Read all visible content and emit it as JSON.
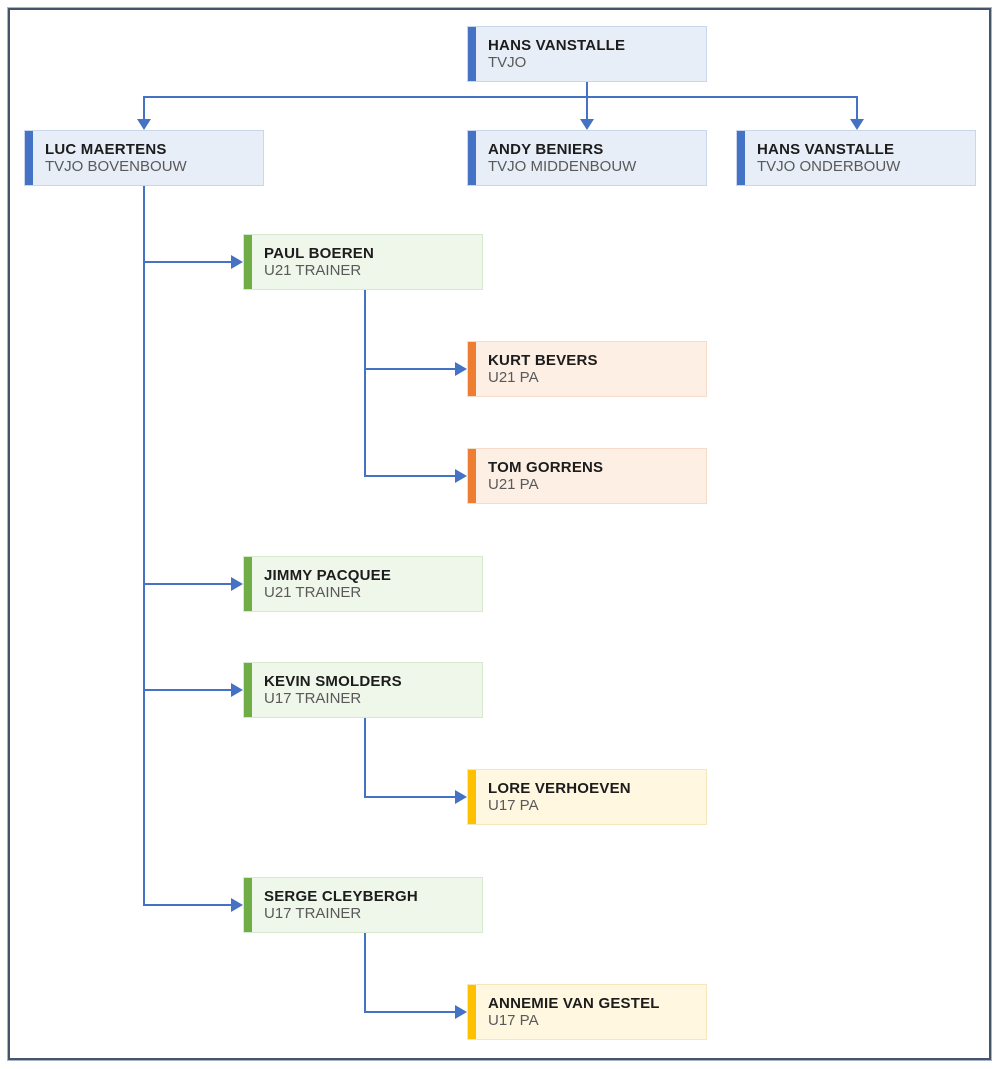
{
  "diagram": {
    "type": "org-chart",
    "nodes": [
      {
        "name": "HANS VANSTALLE",
        "role": "TVJO",
        "level": "blue"
      },
      {
        "name": "LUC MAERTENS",
        "role": "TVJO BOVENBOUW",
        "level": "blue"
      },
      {
        "name": "ANDY BENIERS",
        "role": "TVJO MIDDENBOUW",
        "level": "blue"
      },
      {
        "name": "HANS VANSTALLE",
        "role": "TVJO ONDERBOUW",
        "level": "blue"
      },
      {
        "name": "PAUL BOEREN",
        "role": "U21 TRAINER",
        "level": "green"
      },
      {
        "name": "KURT BEVERS",
        "role": "U21 PA",
        "level": "orange"
      },
      {
        "name": "TOM GORRENS",
        "role": "U21 PA",
        "level": "orange"
      },
      {
        "name": "JIMMY PACQUEE",
        "role": "U21 TRAINER",
        "level": "green"
      },
      {
        "name": "KEVIN SMOLDERS",
        "role": "U17 TRAINER",
        "level": "green"
      },
      {
        "name": "LORE VERHOEVEN",
        "role": "U17 PA",
        "level": "gold"
      },
      {
        "name": "SERGE CLEYBERGH",
        "role": "U17 TRAINER",
        "level": "green"
      },
      {
        "name": "ANNEMIE VAN GESTEL",
        "role": "U17 PA",
        "level": "gold"
      }
    ],
    "edges": [
      {
        "from": 0,
        "to": 1
      },
      {
        "from": 0,
        "to": 2
      },
      {
        "from": 0,
        "to": 3
      },
      {
        "from": 1,
        "to": 4
      },
      {
        "from": 1,
        "to": 7
      },
      {
        "from": 1,
        "to": 8
      },
      {
        "from": 1,
        "to": 10
      },
      {
        "from": 4,
        "to": 5
      },
      {
        "from": 4,
        "to": 6
      },
      {
        "from": 8,
        "to": 9
      },
      {
        "from": 10,
        "to": 11
      }
    ],
    "colors": {
      "connector": "#4472C4",
      "frame": "#44546A",
      "blue_bar": "#4472C4",
      "blue_fill": "#E8EEF8",
      "green_bar": "#70AD47",
      "green_fill": "#EFF6EA",
      "orange_bar": "#ED7D31",
      "orange_fill": "#FDEFE4",
      "gold_bar": "#FFC000",
      "gold_fill": "#FFF7E0"
    }
  }
}
